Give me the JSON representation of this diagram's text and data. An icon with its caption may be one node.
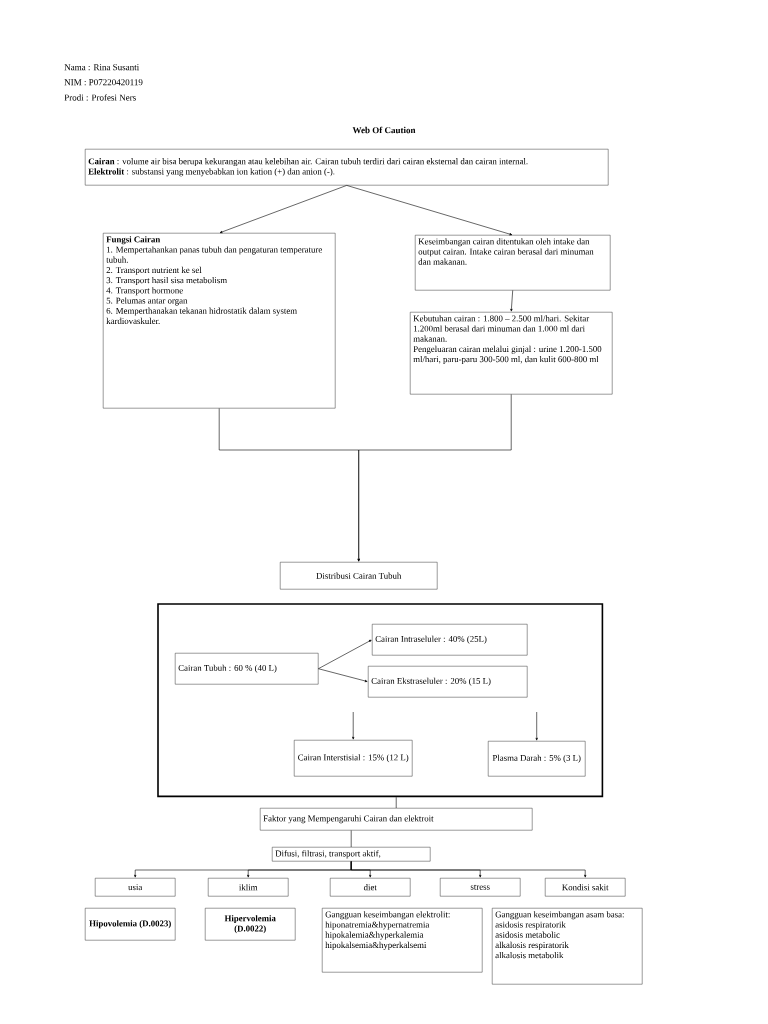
{
  "diagram": {
    "title": "Web Of Caution",
    "nodes": [
      {
        "text": [
          "**Cairan** : volume air bisa berupa kekurangan atau kelebihan air. Cairan tubuh terdiri dari cairan eksternal dan cairan internal.",
          "**Elektrolit** : substansi yang menyebabkan ion kation (+) dan anion (-)."
        ]
      },
      {
        "text": [
          "Fungsi Cairan",
          "1. Mempertahankan panas tubuh dan pengaturan temperature tubuh.",
          "2. Transport nutrient ke sel",
          "3. Transport hasil sisa metabolism",
          "4. Transport hormone",
          "5. Pelumas antar organ",
          "6. Memperthanakan tekanan hidrostatik dalam system kardiovaskuler."
        ]
      },
      {
        "text": [
          "Keseimbangan cairan ditentukan oleh intake dan output cairan. Intake cairan berasal dari minuman dan makanan."
        ]
      },
      {
        "text": [
          "Kebutuhan cairan : 1.800 – 2.500 ml/hari. Sekitar 1.200ml berasal dari minuman dan 1.000 ml dari makanan.",
          "Pengeluaran cairan melalui ginjal : urine 1.200-1.500 ml/hari, paru-paru 300-500 ml, dan kulit 600-800 ml"
        ]
      },
      {
        "text": [
          "Distribusi Cairan Tubuh"
        ]
      },
      {
        "text": [],
        "shape": "box"
      },
      {
        "text": [
          "Cairan Tubuh : 60 % (40 L)"
        ],
        "in": 5
      },
      {
        "text": [
          "Cairan Intraseluler : 40% (25L)"
        ],
        "in": 5
      },
      {
        "text": [
          "Cairan Ekstraseluler : 20% (15 L)"
        ],
        "in": 5
      },
      {
        "text": [
          "Cairan Interstisial : 15% (12 L)"
        ],
        "in": 5
      },
      {
        "text": [
          "Plasma Darah : 5% (3 L)"
        ],
        "in": 5
      },
      {
        "text": [
          "Faktor yang Mempengaruhi Cairan dan elektroit"
        ]
      },
      {
        "text": [
          "Difusi, filtrasi, transport aktif,"
        ]
      },
      {
        "text": [
          "usia"
        ]
      },
      {
        "text": [
          "iklim"
        ]
      },
      {
        "text": [
          "diet"
        ]
      },
      {
        "text": [
          "stress"
        ]
      },
      {
        "text": [
          "Kondisi sakit"
        ]
      },
      {
        "text": [
          "Hipovolemia (D.0023)"
        ]
      },
      {
        "text": [
          "Hipervolemia (D.0022)"
        ]
      },
      {
        "text": [
          "Gangguan keseimbangan elektrolit:",
          "hiponatremia&hypernatremia",
          "hipokalemia&hyperkalemia",
          "hipokalsemia&hyperkalsemi"
        ]
      },
      {
        "text": [
          "Gangguan keseimbangan asam basa:",
          "asidosis respiratorik",
          "asidosis metabolic",
          "alkalosis respiratorik",
          "alkalosis metabolik"
        ]
      }
    ],
    "edges": [
      {
        "from": 0,
        "to": 1,
        "arrow": "to"
      },
      {
        "from": 0,
        "to": 2,
        "arrow": "to"
      },
      {
        "from": 2,
        "to": 3,
        "arrow": "to"
      },
      {
        "from": 1,
        "to": 4,
        "arrow": "to"
      },
      {
        "from": 3,
        "to": 4,
        "arrow": "to"
      },
      {
        "from": 6,
        "to": 7,
        "arrow": "to"
      },
      {
        "from": 6,
        "to": 8,
        "arrow": "to"
      },
      {
        "from": 8,
        "to": 9,
        "arrow": "to"
      },
      {
        "from": 8,
        "to": 10,
        "arrow": "to"
      },
      {
        "from": 5,
        "to": 11,
        "arrow": "none"
      },
      {
        "from": 11,
        "to": 12,
        "arrow": "none"
      },
      {
        "from": 12,
        "to": 13,
        "arrow": "to"
      },
      {
        "from": 12,
        "to": 14,
        "arrow": "to"
      },
      {
        "from": 12,
        "to": 15,
        "arrow": "to"
      },
      {
        "from": 12,
        "to": 16,
        "arrow": "to"
      },
      {
        "from": 12,
        "to": 17,
        "arrow": "to"
      }
    ],
    "labels": [
      "Nama : Rina Susanti",
      "NIM : P07220420119",
      "Prodi : Profesi Ners"
    ]
  }
}
